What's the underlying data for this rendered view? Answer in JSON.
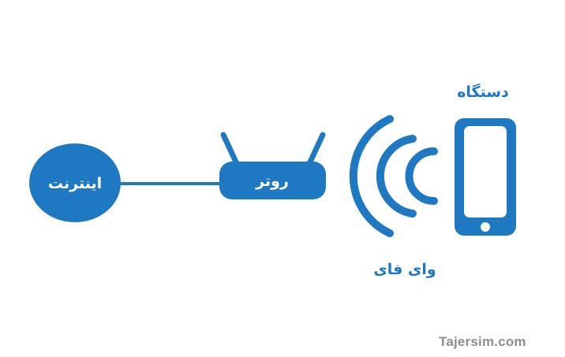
{
  "diagram": {
    "internet": {
      "label": "اینترنت"
    },
    "router": {
      "label": "روتر"
    },
    "wifi": {
      "label": "وای فای"
    },
    "device": {
      "label": "دستگاه"
    }
  },
  "watermark": "Tajersim.com",
  "colors": {
    "primary": "#1e78c2",
    "label": "#1e78c2",
    "watermark": "#8e8e8e",
    "background": "#ffffff"
  }
}
